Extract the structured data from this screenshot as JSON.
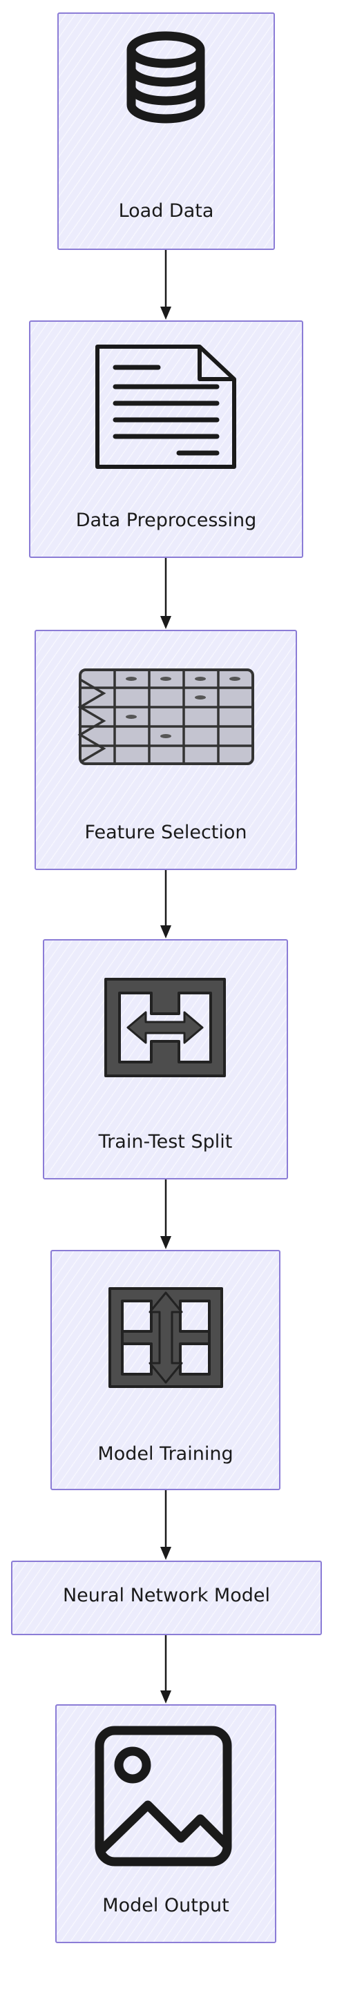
{
  "diagram": {
    "type": "vertical-flowchart",
    "nodes": [
      {
        "id": "load",
        "label": "Load Data",
        "icon": "database-icon"
      },
      {
        "id": "pre",
        "label": "Data Preprocessing",
        "icon": "document-icon"
      },
      {
        "id": "feat",
        "label": "Feature Selection",
        "icon": "table-icon"
      },
      {
        "id": "split",
        "label": "Train-Test Split",
        "icon": "horizontal-split-icon"
      },
      {
        "id": "train",
        "label": "Model Training",
        "icon": "vertical-split-icon"
      },
      {
        "id": "nn",
        "label": "Neural Network Model"
      },
      {
        "id": "out",
        "label": "Model Output",
        "icon": "image-icon"
      }
    ],
    "edges": [
      {
        "from": "load",
        "to": "pre"
      },
      {
        "from": "pre",
        "to": "feat"
      },
      {
        "from": "feat",
        "to": "split"
      },
      {
        "from": "split",
        "to": "train"
      },
      {
        "from": "train",
        "to": "nn"
      },
      {
        "from": "nn",
        "to": "out"
      }
    ],
    "colors": {
      "node_fill": "#ececfc",
      "node_border": "#8b7cd6",
      "arrow": "#1a1a1a",
      "icon": "#1a1a1a"
    }
  }
}
